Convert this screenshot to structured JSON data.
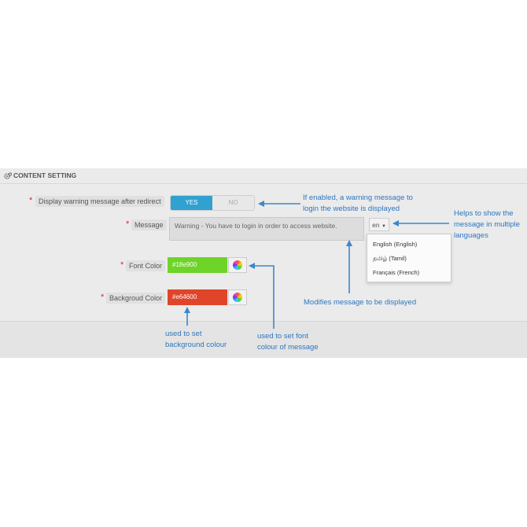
{
  "panel": {
    "title": "CONTENT SETTING",
    "icon": "gears-icon"
  },
  "fields": {
    "required_mark": "*",
    "display_warning": {
      "label": "Display warning message after redirect",
      "yes_label": "YES",
      "no_label": "NO",
      "selected": "YES"
    },
    "message": {
      "label": "Message",
      "value": "Warning - You have to login in order to access website.",
      "language_button": "en",
      "languages": [
        "English (English)",
        "தமிழ் (Tamil)",
        "Français (French)"
      ]
    },
    "font_color": {
      "label": "Font Color",
      "value": "#18e900",
      "swatch": "#6ed427"
    },
    "background_color": {
      "label": "Backgroud Color",
      "value": "#e64600",
      "swatch": "#e0452a"
    }
  },
  "annotations": {
    "warning_note_1": "If enabled, a warning message to",
    "warning_note_2": "login the website is displayed",
    "languages_note_1": "Helps to show the",
    "languages_note_2": "message in multiple",
    "languages_note_3": "languages",
    "message_note": "Modifies message to be displayed",
    "background_note_1": "used to set",
    "background_note_2": "background colour",
    "font_note_1": "used to set font",
    "font_note_2": "colour of message"
  },
  "colors": {
    "accent": "#30a1d0",
    "annotation": "#2d76c0",
    "required": "#e3262a"
  }
}
